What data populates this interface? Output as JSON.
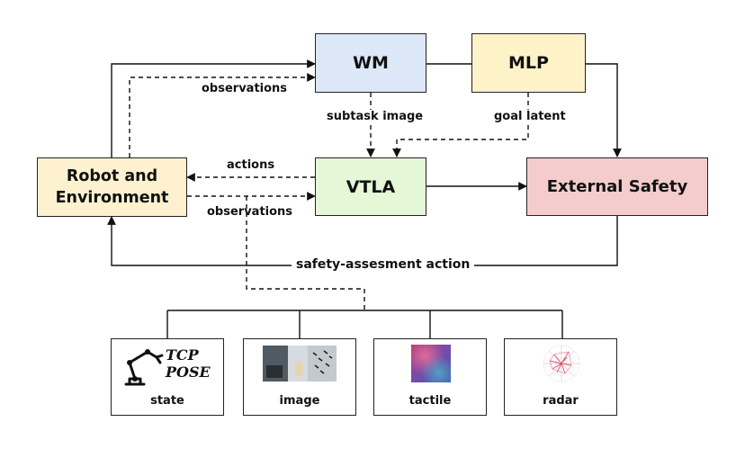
{
  "nodes": {
    "wm": "WM",
    "mlp": "MLP",
    "vtla": "VTLA",
    "robot_line1": "Robot and",
    "robot_line2": "Environment",
    "safety": "External Safety"
  },
  "edges": {
    "observations_top": "observations",
    "subtask_image": "subtask image",
    "goal_latent": "goal latent",
    "actions": "actions",
    "observations_bottom": "observations",
    "safety_action": "safety-assesment action"
  },
  "modalities": {
    "state_line1": "TCP",
    "state_line2": "POSE",
    "state": "state",
    "image": "image",
    "tactile": "tactile",
    "radar": "radar"
  },
  "colors": {
    "wm_fill": "#dce8f8",
    "mlp_fill": "#fef3c8",
    "vtla_fill": "#e4f8d8",
    "robot_fill": "#fdf1cf",
    "safety_fill": "#f5cccc"
  }
}
